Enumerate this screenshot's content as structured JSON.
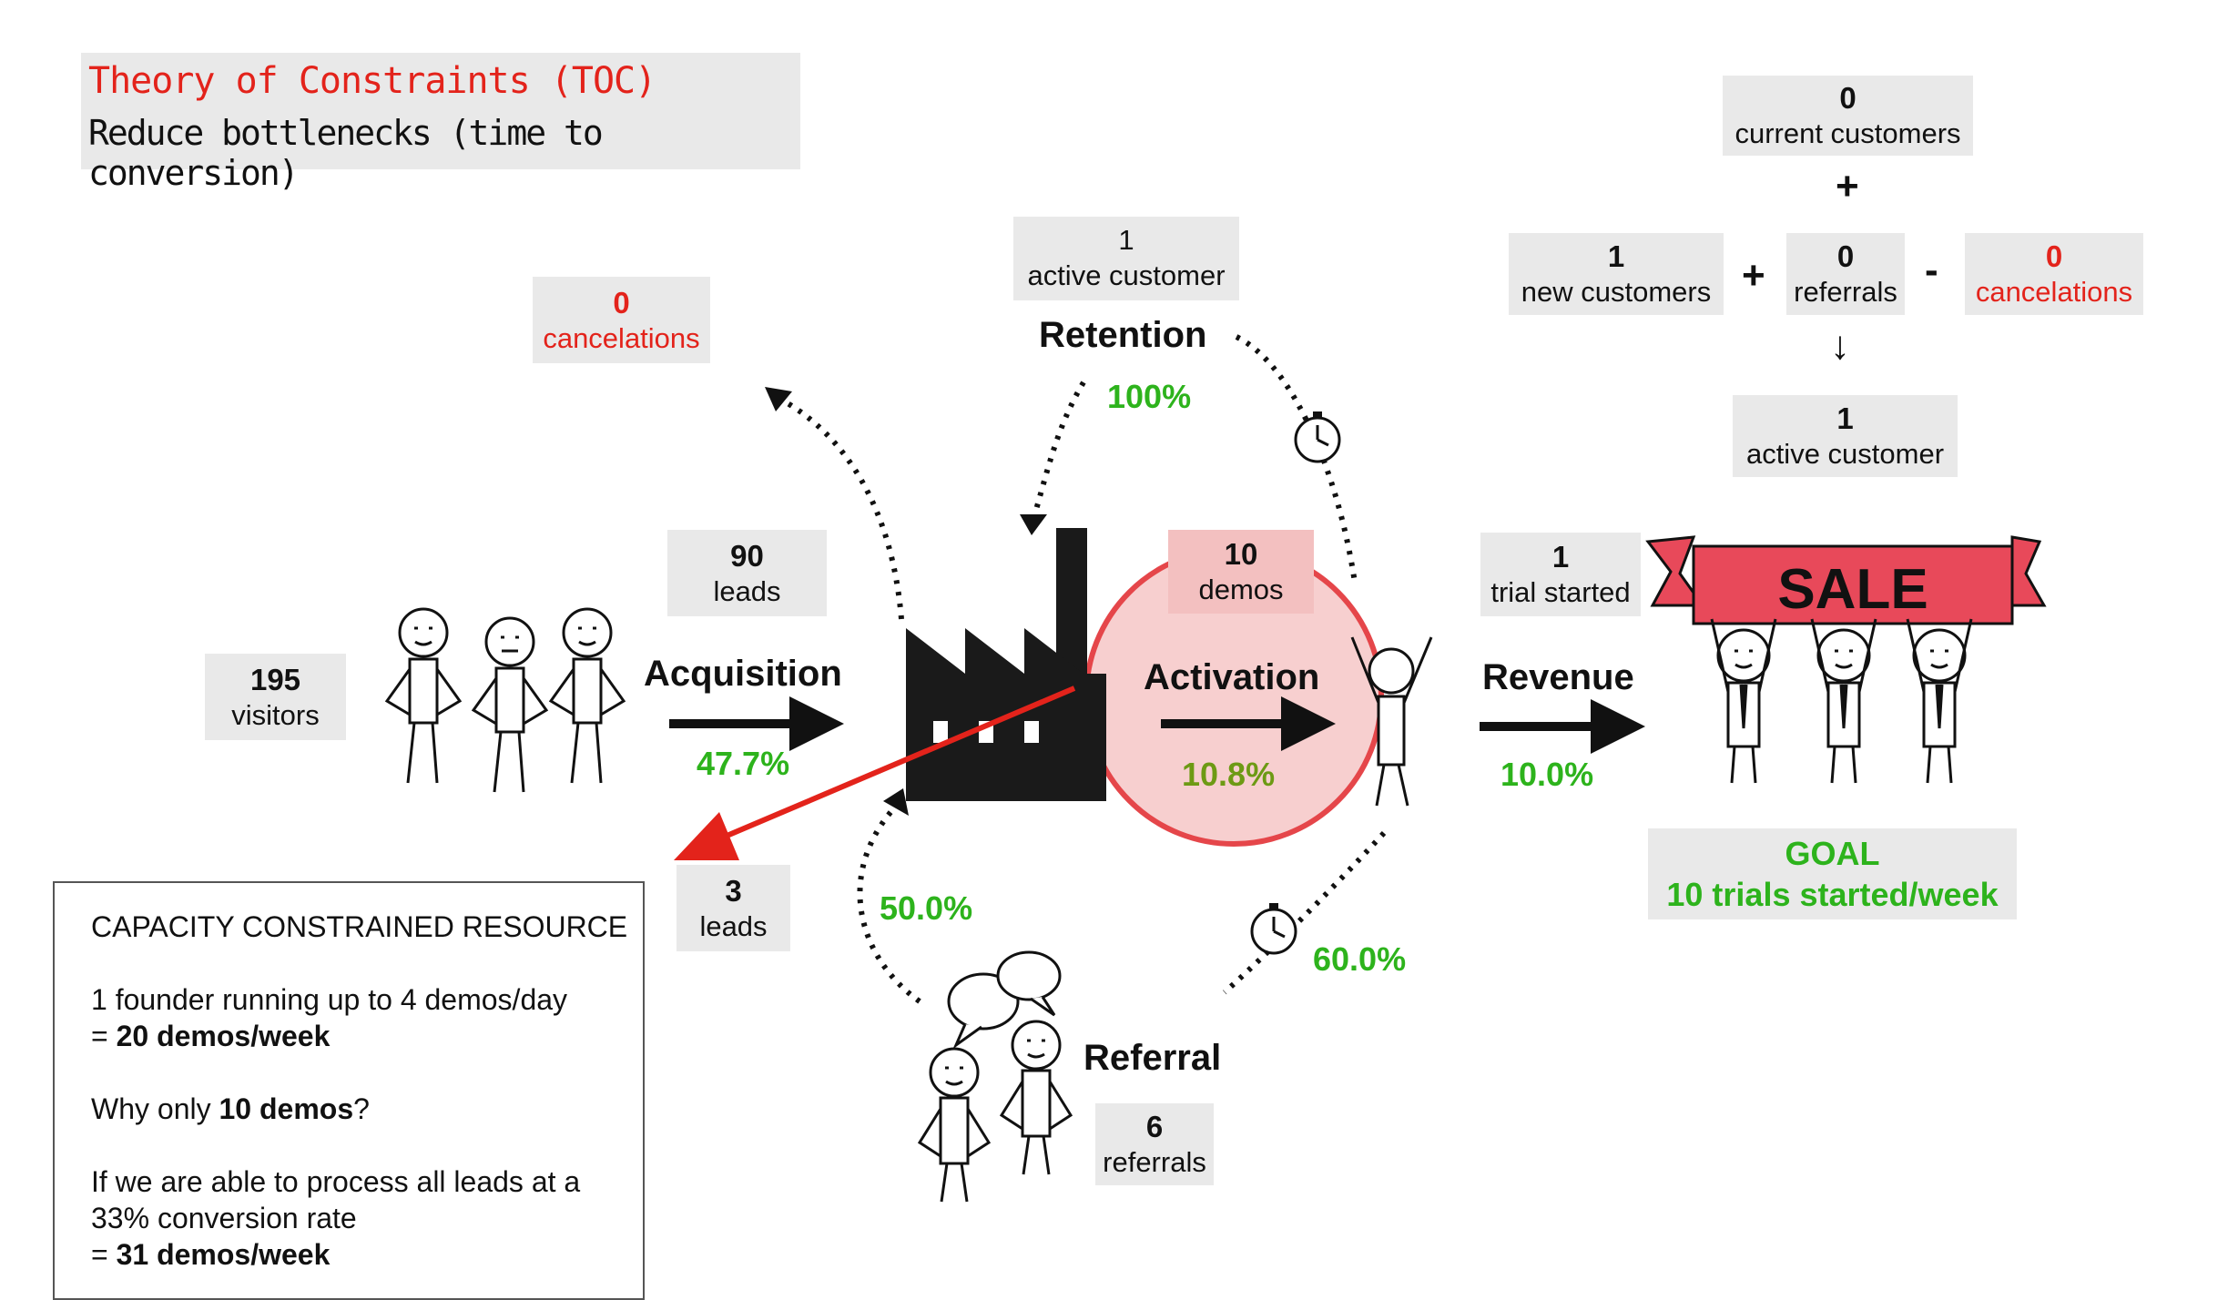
{
  "colors": {
    "green": "#2db31c",
    "red": "#e3231b",
    "box_bg": "#e9e9e9"
  },
  "header": {
    "title": "Theory of Constraints (TOC)",
    "subtitle": "Reduce bottlenecks (time to conversion)"
  },
  "visitors": {
    "value": "195",
    "label": "visitors"
  },
  "acquisition": {
    "stage": "Acquisition",
    "pct": "47.7%",
    "leads_value": "90",
    "leads_label": "leads"
  },
  "lost_leads": {
    "value": "3",
    "label": "leads"
  },
  "cancelations_left": {
    "value": "0",
    "label": "cancelations"
  },
  "retention": {
    "stage": "Retention",
    "pct": "100%",
    "value": "1",
    "label": "active customer"
  },
  "activation": {
    "stage": "Activation",
    "pct": "10.8%",
    "demos_value": "10",
    "demos_label": "demos"
  },
  "referral": {
    "stage": "Referral",
    "pct_in": "50.0%",
    "pct_out": "60.0%",
    "value": "6",
    "label": "referrals"
  },
  "revenue": {
    "stage": "Revenue",
    "pct": "10.0%",
    "trial_value": "1",
    "trial_label": "trial started"
  },
  "sale_banner": "SALE",
  "goal": {
    "title": "GOAL",
    "text": "10 trials started/week"
  },
  "equation": {
    "current": {
      "value": "0",
      "label": "current customers"
    },
    "plus1": "+",
    "new": {
      "value": "1",
      "label": "new customers"
    },
    "plus2": "+",
    "referrals": {
      "value": "0",
      "label": "referrals"
    },
    "minus": "-",
    "cancelations": {
      "value": "0",
      "label": "cancelations"
    },
    "arrow": "↓",
    "active": {
      "value": "1",
      "label": "active customer"
    }
  },
  "constraint": {
    "title": "CAPACITY CONSTRAINED RESOURCE",
    "line1": "1 founder running up to 4 demos/day",
    "line2_prefix": "= ",
    "line2_bold": "20 demos/week",
    "line3_prefix": "Why only ",
    "line3_bold": "10 demos",
    "line3_suffix": "?",
    "line4": "If we are able to process all leads at a",
    "line5": "33% conversion rate",
    "line6_prefix": "= ",
    "line6_bold": "31 demos/week"
  },
  "icons": [
    "stick-figure-icon",
    "factory-icon",
    "stopwatch-icon",
    "speech-bubble-icon",
    "sale-banner-icon",
    "arrow-icon"
  ]
}
